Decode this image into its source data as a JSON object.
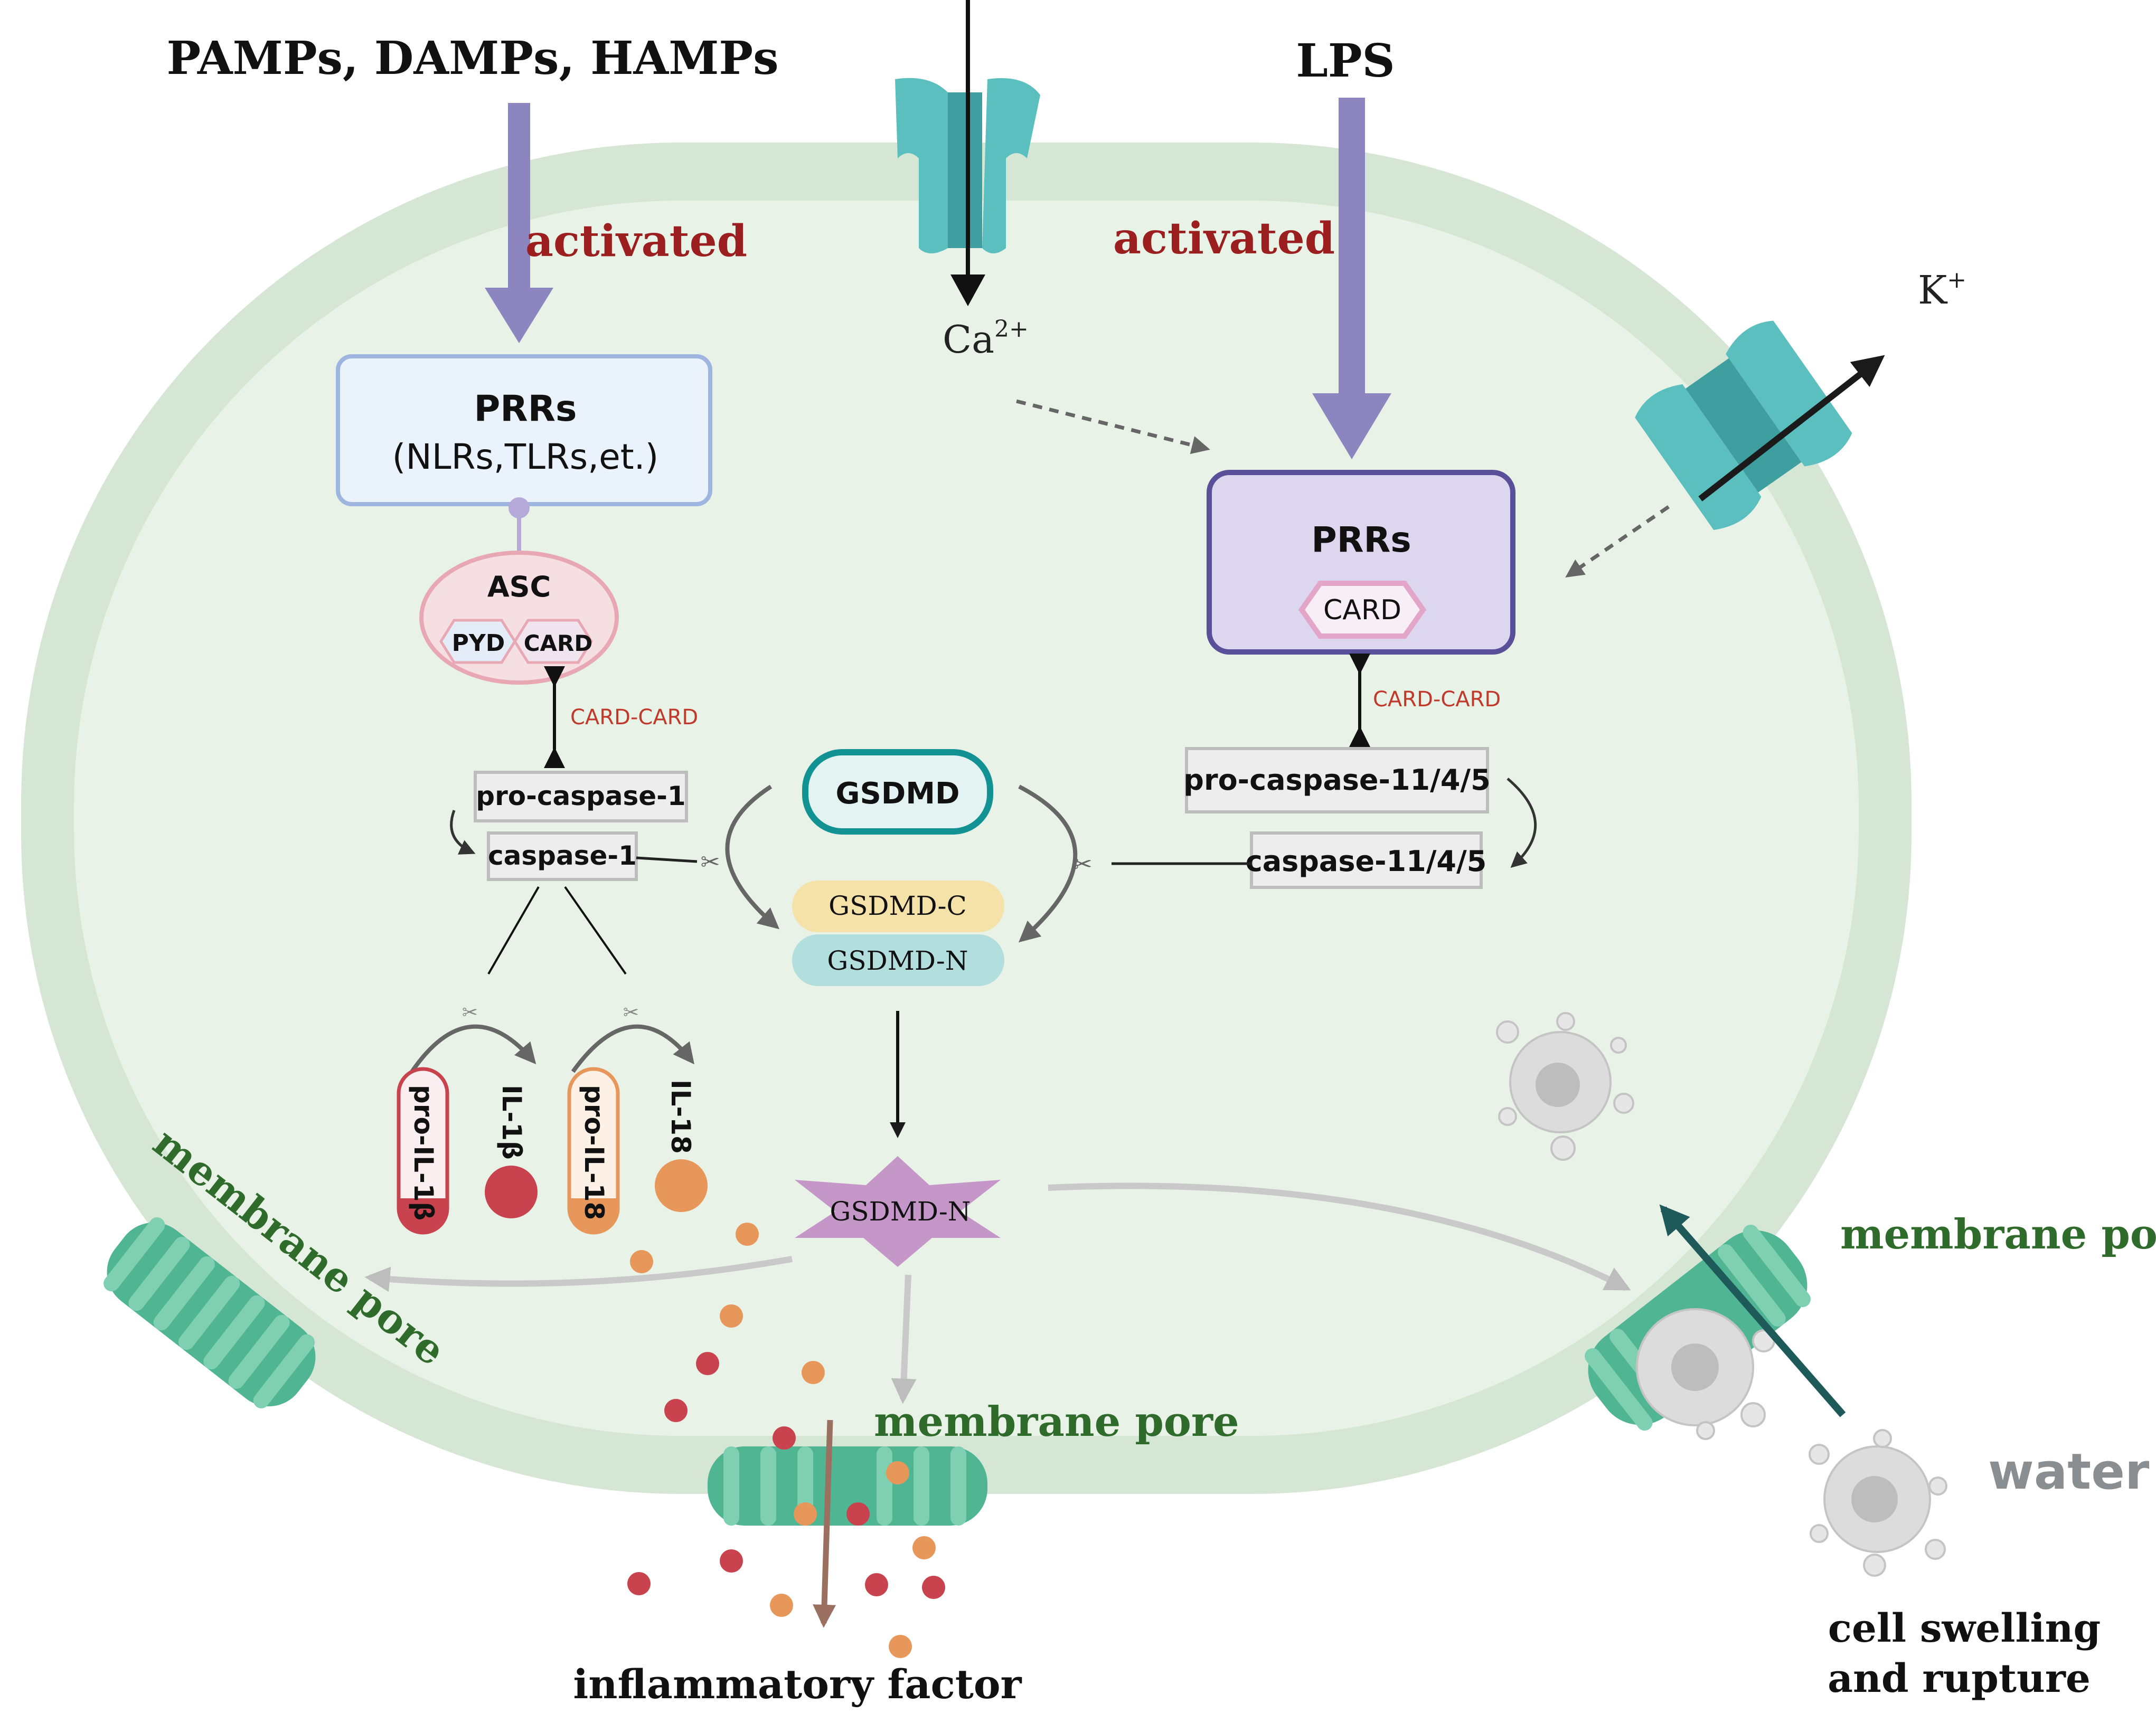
{
  "labels": {
    "stimuli_left": "PAMPs, DAMPs, HAMPs",
    "stimuli_right": "LPS",
    "activated_left": "activated",
    "activated_right": "activated",
    "calcium": "Ca",
    "calcium_sup": "2+",
    "potassium": "K",
    "potassium_sup": "+",
    "prrs_left_title": "PRRs",
    "prrs_left_sub": "(NLRs,TLRs,et.)",
    "asc": "ASC",
    "pyd": "PYD",
    "card_asc": "CARD",
    "card_card_left": "CARD-CARD",
    "pro_caspase1": "pro-caspase-1",
    "caspase1": "caspase-1",
    "prrs_right_title": "PRRs",
    "card_right": "CARD",
    "card_card_right": "CARD-CARD",
    "pro_caspase11": "pro-caspase-11/4/5",
    "caspase11": "caspase-11/4/5",
    "gsdmd": "GSDMD",
    "gsdmd_c": "GSDMD-C",
    "gsdmd_n": "GSDMD-N",
    "gsdmd_n_star": "GSDMD-N",
    "pro_il1b": "pro-IL-1β",
    "il1b": "IL-1β",
    "pro_il18": "pro-IL-18",
    "il18": "IL-18",
    "membrane_pore_left": "membrane pore",
    "membrane_pore_bottom": "membrane pore",
    "membrane_pore_right": "membrane pore",
    "water": "water",
    "inflammatory_factor": "inflammatory factor",
    "cell_swelling_line1": "cell swelling",
    "cell_swelling_line2": "and rupture"
  },
  "colors": {
    "cell_membrane": "#d5e6d5",
    "cell_interior": "#e9f2e7",
    "arrow_purple": "#8c85c0",
    "activated_red": "#9b1f1f",
    "card_red": "#c0392b",
    "channel_teal": "#5bbfbf",
    "pore_green": "#4fb593",
    "label_green": "#2f6b2a",
    "gsdmd_n_purple": "#c596c8",
    "gsdmd_c_yellow": "#f5e2a8",
    "gsdmd_n_teal": "#b3dede",
    "il1b_red": "#c8434d",
    "il18_orange": "#e8975a",
    "water_gray": "#8a8e90"
  }
}
